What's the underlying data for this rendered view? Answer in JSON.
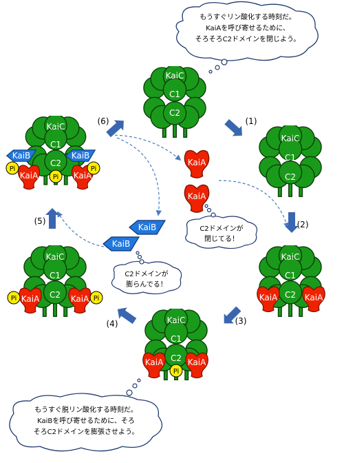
{
  "labels": {
    "kaic": "KaiC",
    "c1": "C1",
    "c2": "C2",
    "kaia": "KaiA",
    "kaib": "KaiB",
    "pi": "Pi"
  },
  "steps": [
    "(1)",
    "(2)",
    "(3)",
    "(4)",
    "(5)",
    "(6)"
  ],
  "callouts": {
    "top": [
      "もうすぐリン酸化する時刻だ。",
      "KaiAを呼び寄せるために、",
      "そろそろC2ドメインを閉じよう。"
    ],
    "bottom": [
      "もうすぐ脱リン酸化する時刻だ。",
      "KaiBを呼び寄せるために、そろ",
      "そろC2ドメインを膨張させよう。"
    ],
    "closed": [
      "C2ドメインが",
      "閉じてる！"
    ],
    "swollen": [
      "C2ドメインが",
      "膨らんでる！"
    ]
  },
  "colors": {
    "kaic": "#1a9a1a",
    "kaia": "#ee2200",
    "kaib": "#2277dd",
    "pi": "#ffee00",
    "arrow": "#3a66b0",
    "dashed": "#4a7cc0"
  }
}
